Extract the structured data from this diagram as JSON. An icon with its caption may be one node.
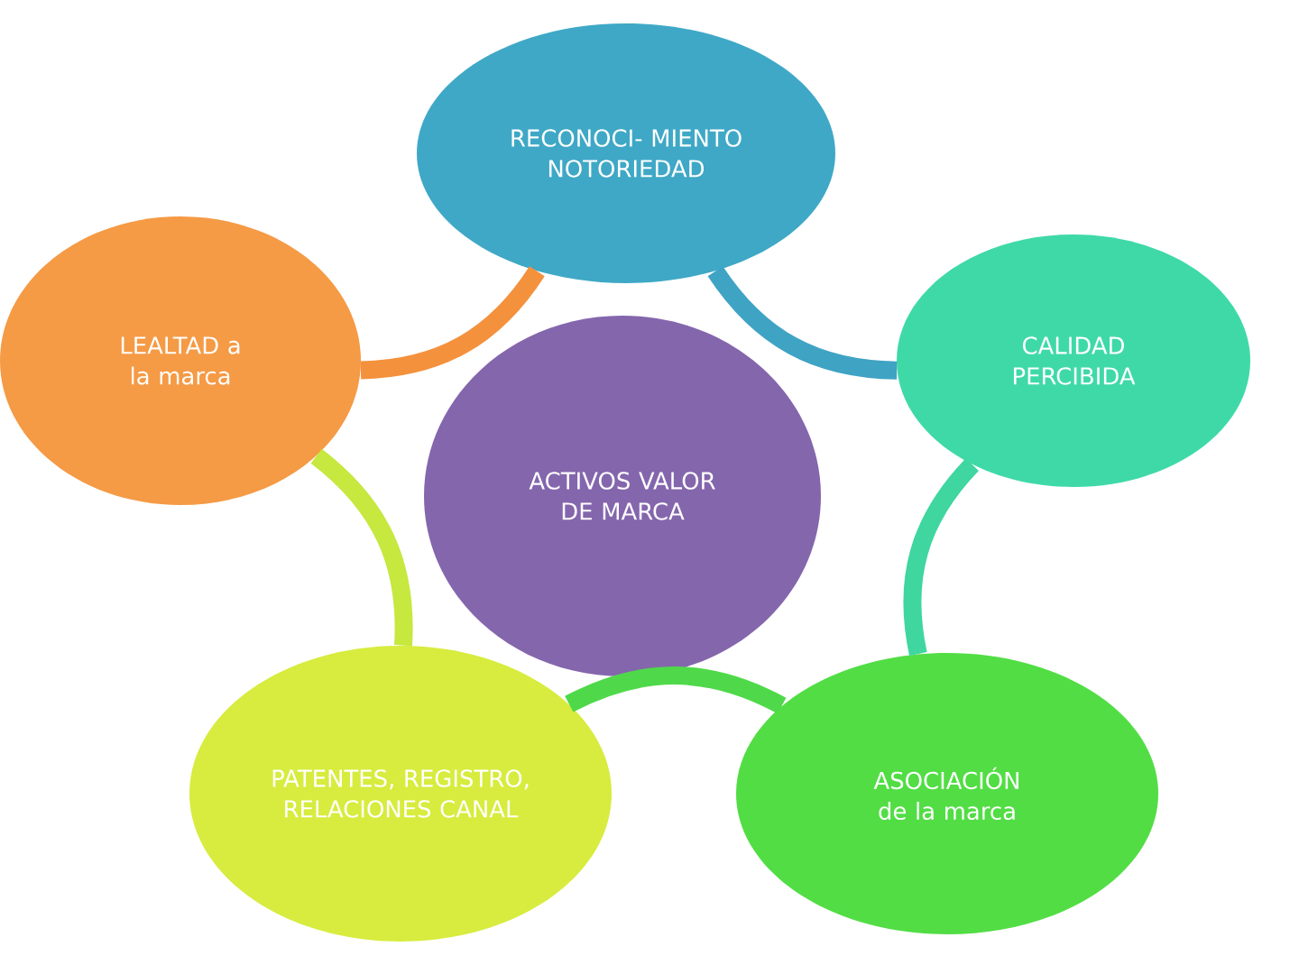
{
  "diagram": {
    "nodes": [
      {
        "text": [
          "RECONOCI- MIENTO NOTORIEDAD"
        ]
      },
      {
        "text": [
          "CALIDAD PERCIBIDA"
        ]
      },
      {
        "text": [
          "ASOCIACIÓN de la marca"
        ]
      },
      {
        "text": [
          "PATENTES, REGISTRO, RELACIONES CANAL"
        ]
      },
      {
        "text": [
          "LEALTAD a la marca"
        ]
      },
      {
        "text": [
          "ACTIVOS VALOR DE MARCA"
        ]
      }
    ],
    "edges": [
      {
        "from": 0,
        "to": 1,
        "arrow": "none",
        "color": "#3fa3c4"
      },
      {
        "from": 1,
        "to": 2,
        "arrow": "none",
        "color": "#3fd6a0"
      },
      {
        "from": 2,
        "to": 3,
        "arrow": "none",
        "color": "#4fd94a"
      },
      {
        "from": 3,
        "to": 4,
        "arrow": "none",
        "color": "#c6e83f"
      },
      {
        "from": 4,
        "to": 0,
        "arrow": "none",
        "color": "#f4913c"
      }
    ]
  }
}
